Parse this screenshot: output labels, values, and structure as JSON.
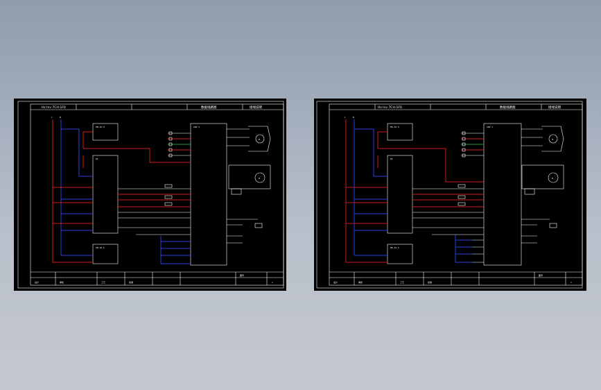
{
  "sheets": [
    {
      "title_left": "Hz Inv 7CH-1F0",
      "title_mid": "数据线路图",
      "title_right": "接线说明",
      "blocks": {
        "top_small": "PB-IO-4",
        "main_left": "DI",
        "bottom_small": "PB-IO-5",
        "drive": "INV-1"
      },
      "motor_labels": [
        "M",
        "M"
      ],
      "footer": {
        "c1": "设计",
        "c2": "审核",
        "c3": "工艺",
        "c4": "批准",
        "c5": "图号",
        "sheet_no": "1"
      }
    },
    {
      "title_left": "Hz Inv 7CH-1F0",
      "title_mid": "数据线路图",
      "title_right": "接线说明",
      "blocks": {
        "top_small": "PB-IO-4",
        "main_left": "DI",
        "bottom_small": "PB-IO-5",
        "drive": "INV-1"
      },
      "motor_labels": [
        "M",
        "M"
      ],
      "footer": {
        "c1": "设计",
        "c2": "审核",
        "c3": "工艺",
        "c4": "批准",
        "c5": "图号",
        "sheet_no": "1"
      }
    }
  ],
  "colors": {
    "background_top": "#8e9cae",
    "background_bottom": "#c4c8d0",
    "sheet": "#000000",
    "wire_red": "#d21d1d",
    "wire_blue": "#2b3fe0",
    "wire_white": "#ffffff",
    "wire_green": "#39c24a"
  }
}
